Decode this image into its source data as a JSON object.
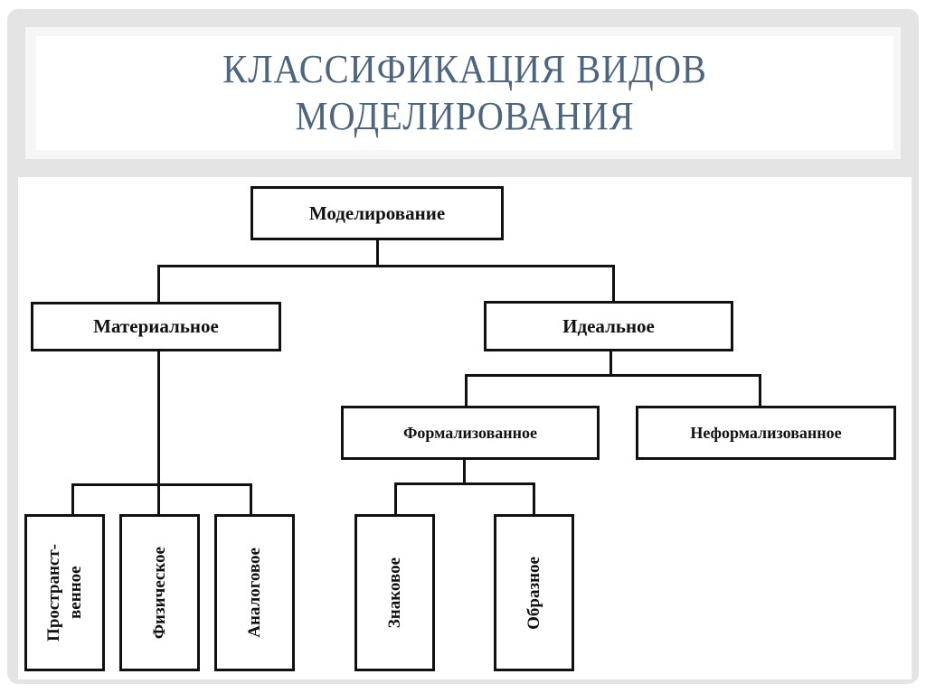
{
  "slide": {
    "title_line1": "КЛАССИФИКАЦИЯ ВИДОВ",
    "title_line2": "МОДЕЛИРОВАНИЯ"
  },
  "diagram": {
    "root": "Моделирование",
    "material": "Материальное",
    "ideal": "Идеальное",
    "formalized": "Формализованное",
    "nonformalized": "Неформализованное",
    "spatial_line1": "Пространст-",
    "spatial_line2": "венное",
    "physical": "Физическое",
    "analog": "Аналоговое",
    "sign": "Знаковое",
    "figurative": "Образное"
  }
}
